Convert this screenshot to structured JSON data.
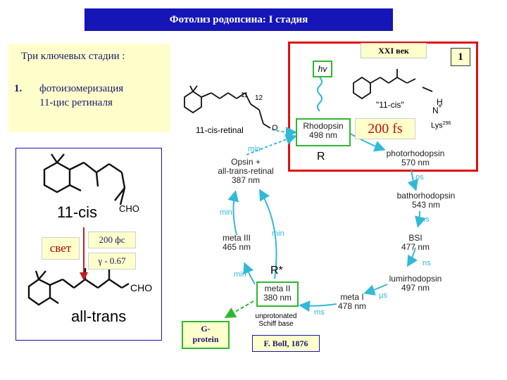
{
  "title": "Фотолиз родопсина: I стадия",
  "page_number": "1",
  "xxi_label": "XXI век",
  "stages": {
    "heading": "Три ключевых стадии :",
    "item_num": "1.",
    "item_line1": "фотоизомеризация",
    "item_line2": "11-цис ретиналя"
  },
  "left_panel": {
    "label_11cis": "11-cis",
    "label_cho_top": "CHO",
    "svet": "свет",
    "time": "200 фс",
    "gamma": "γ - 0.67",
    "label_alltrans": "all-trans",
    "label_cho_bottom": "CHO"
  },
  "top_molecule": {
    "label": "11-cis-retinal",
    "num_11": "11",
    "num_12": "12",
    "atom_o": "O"
  },
  "quote_molecule": {
    "label": "\"11-cis\"",
    "h": "H",
    "n_plus": "N",
    "plus": "+",
    "lys": "Lys",
    "lys_sup": "296"
  },
  "hv": "hv",
  "fs_label": "200 fs",
  "r_label": "R",
  "rstar_label": "R*",
  "intermediates": {
    "rhodopsin_name": "Rhodopsin",
    "rhodopsin_nm": "498 nm",
    "photorhodopsin_name": "photorhodopsin",
    "photorhodopsin_nm": "570 nm",
    "bathorhodopsin_name": "bathorhodopsin",
    "bathorhodopsin_nm": "543 nm",
    "bsi_name": "BSI",
    "bsi_nm": "477 nm",
    "lumirhodopsin_name": "lumirhodopsin",
    "lumirhodopsin_nm": "497 nm",
    "meta1_name": "meta I",
    "meta1_nm": "478 nm",
    "meta2_name": "meta II",
    "meta2_nm": "380 nm",
    "meta3_name": "meta III",
    "meta3_nm": "465 nm",
    "opsin_line1": "Opsin +",
    "opsin_line2": "all-trans-retinal",
    "opsin_nm": "387 nm",
    "schiff_line1": "unprotonated",
    "schiff_line2": "Schiff base"
  },
  "timescales": {
    "ps1": "ps",
    "ns1": "ns",
    "ns2": "ns",
    "us": "µs",
    "ms": "ms",
    "min1": "min",
    "min2": "min",
    "min3": "min",
    "min4": "min"
  },
  "g_protein_line1": "G-",
  "g_protein_line2": "protein",
  "citation": "F. Boll, 1876",
  "colors": {
    "title_bg": "#1515b8",
    "accent_cyan": "#33b8d8",
    "red_frame": "#e01010",
    "green_box": "#2eb82e",
    "note_bg": "#ffffcc"
  }
}
